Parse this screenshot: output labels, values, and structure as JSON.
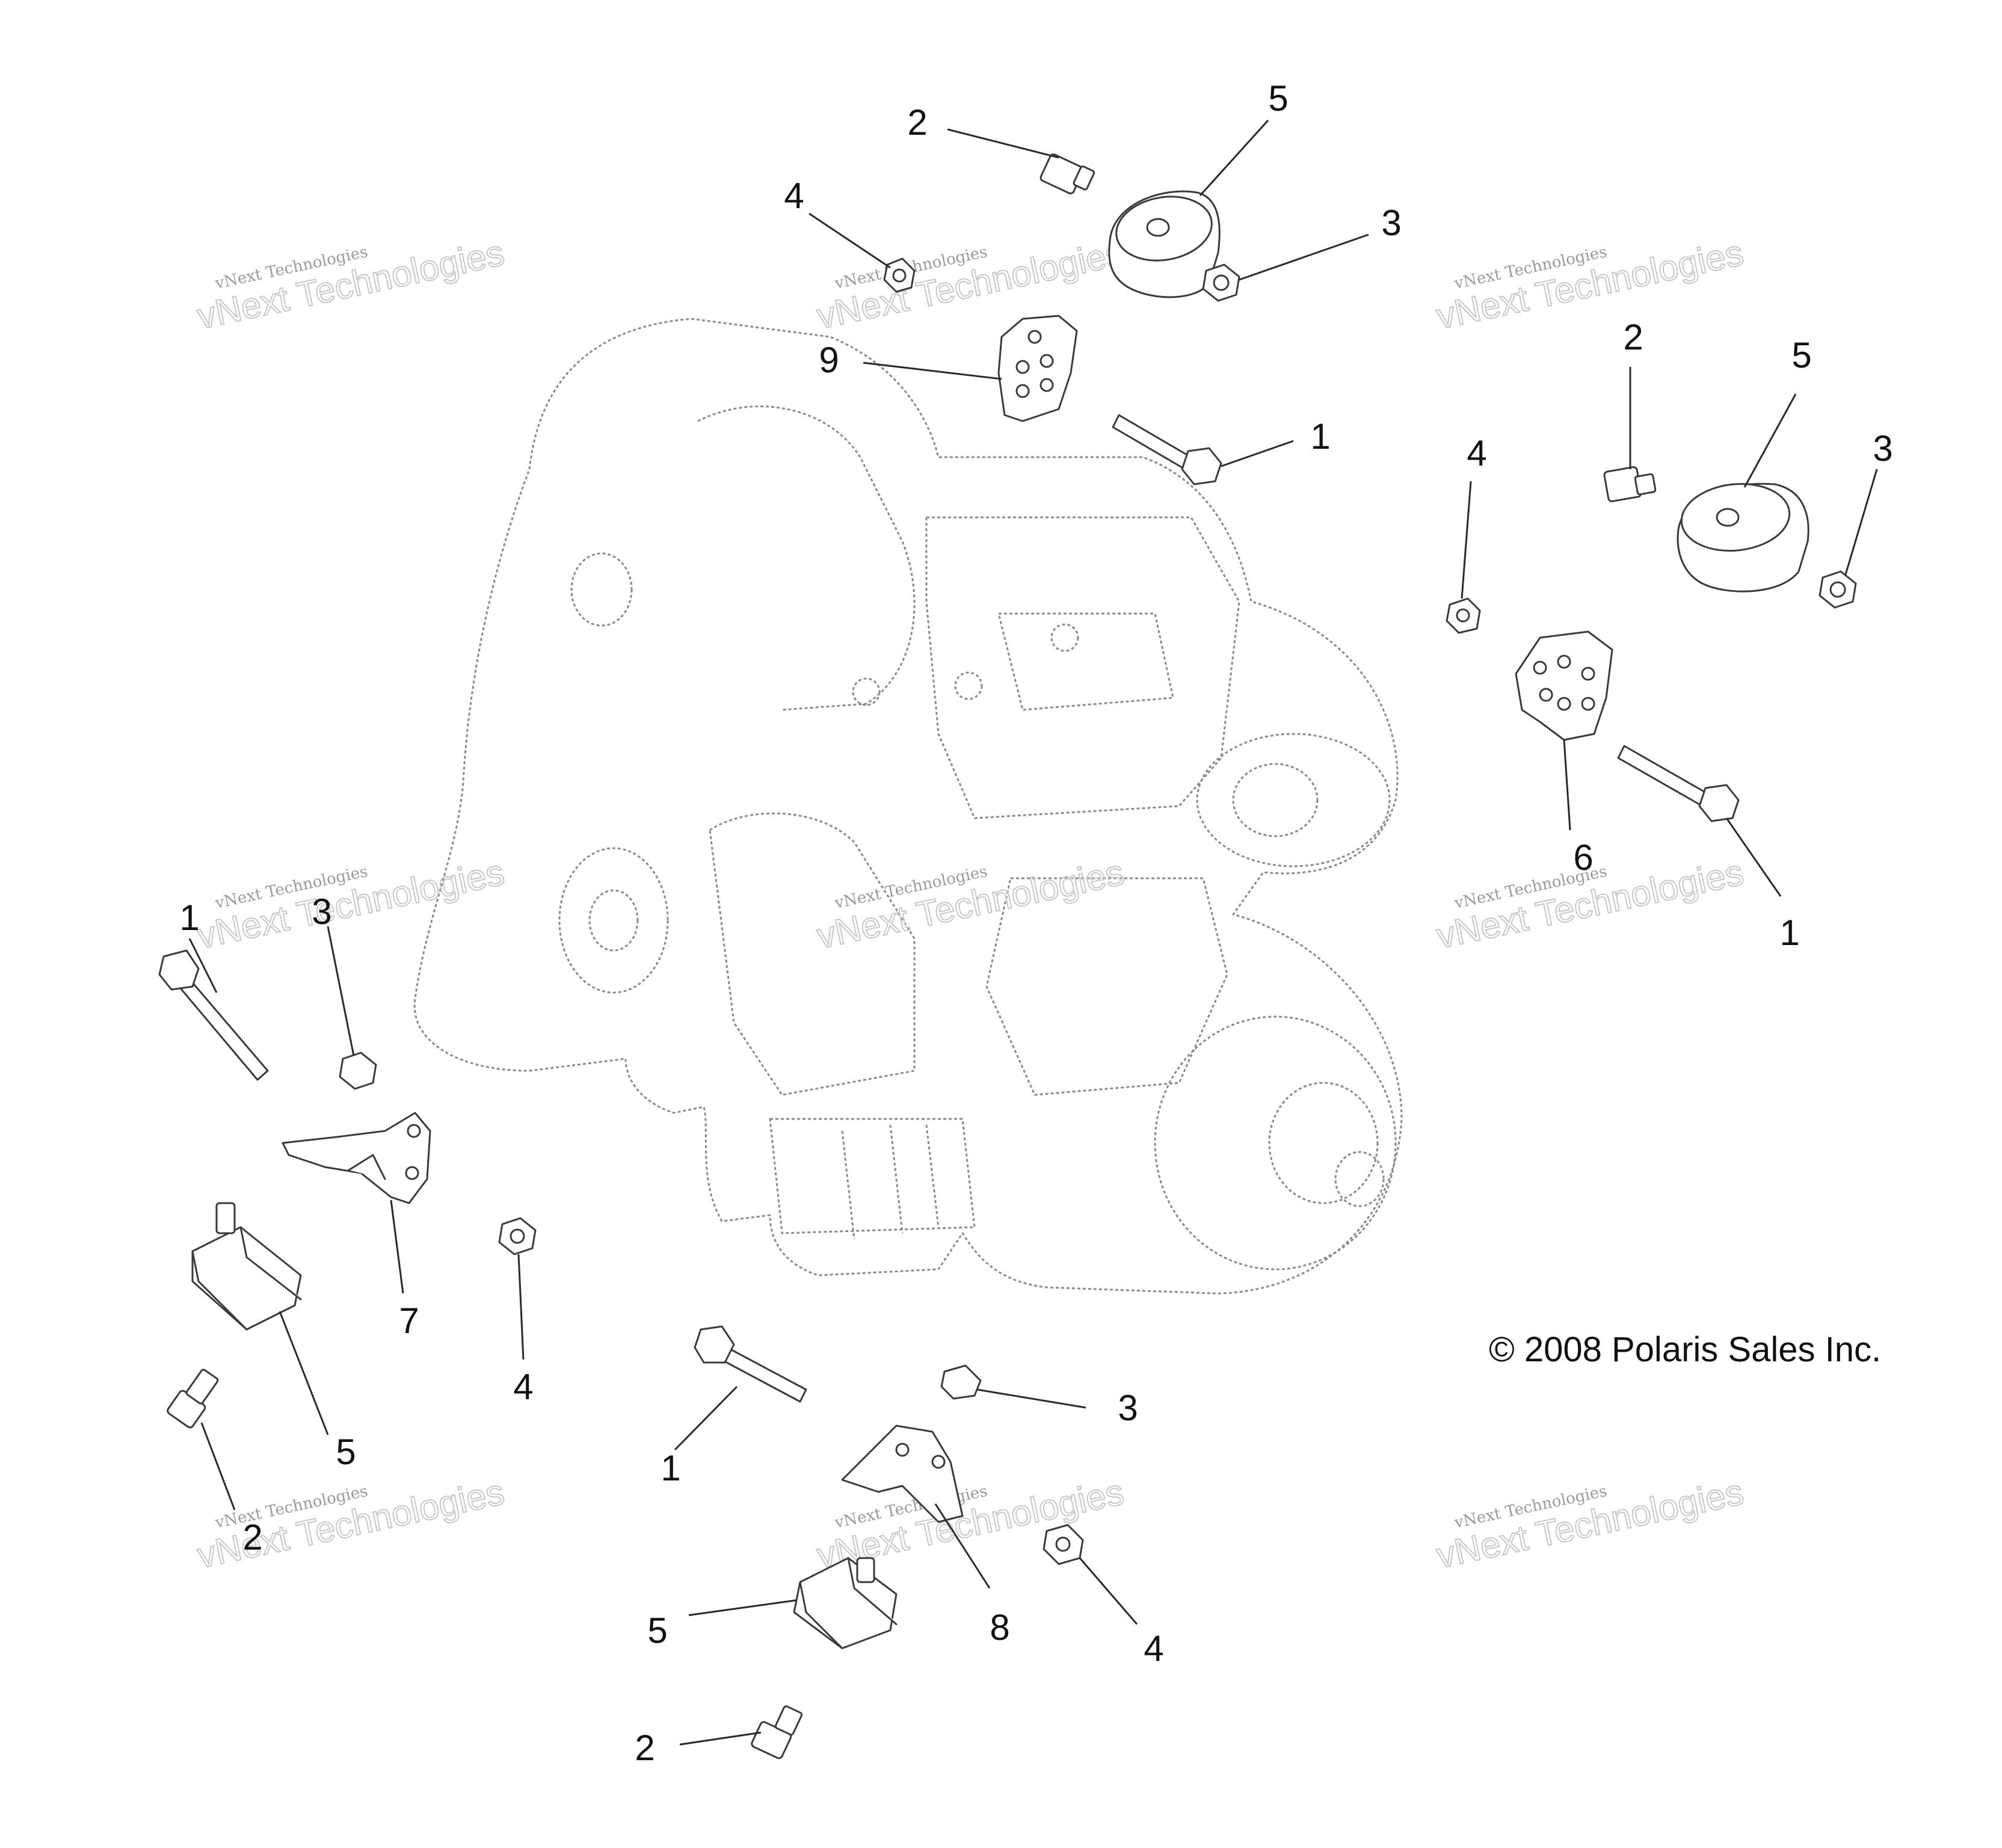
{
  "callouts": [
    "1",
    "2",
    "3",
    "4",
    "5",
    "6",
    "7",
    "8",
    "9"
  ],
  "watermark": {
    "line1": "vNext Technologies",
    "line2": "vNext Technologies"
  },
  "copyright": "© 2008 Polaris Sales Inc."
}
